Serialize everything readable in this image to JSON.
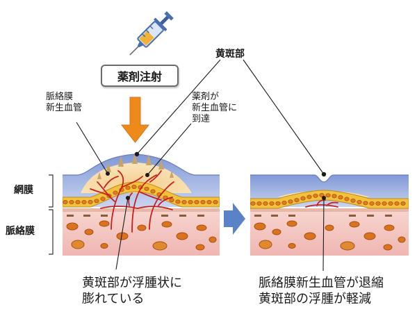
{
  "labels": {
    "drug_injection": "薬剤注射",
    "macula": "黄斑部",
    "choroidal_nv": [
      "脈絡膜",
      "新生血管"
    ],
    "drug_reached": [
      "薬剤が",
      "新生血管に",
      "到達"
    ],
    "retina": "網膜",
    "choroid": "脈絡膜",
    "left_caption": [
      "黄斑部が浮腫状に",
      "膨れている"
    ],
    "right_caption": [
      "脈絡膜新生血管が退縮",
      "黄斑部の浮腫が軽減"
    ]
  },
  "colors": {
    "retina_blue": "#8fa6dc",
    "retina_cream": "#f6e7c0",
    "photoreceptor": "#f3c23c",
    "choroid_pink": "#f3c6c2",
    "vessel_orange": "#d9731f",
    "vessel_red": "#c81e1e",
    "arrow_orange": "#ee8a1a",
    "arrow_blue": "#5a82c8",
    "drug_tan": "#c9a46a"
  }
}
